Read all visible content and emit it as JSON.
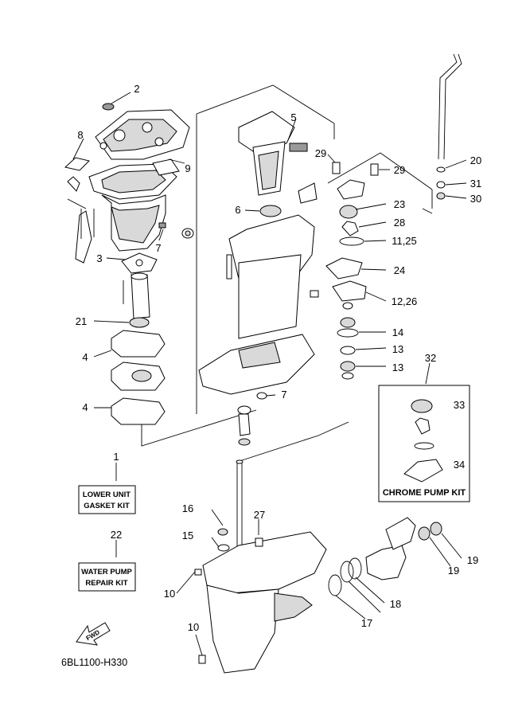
{
  "callouts": {
    "c2": "2",
    "c8": "8",
    "c9": "9",
    "c3": "3",
    "c7a": "7",
    "c21": "21",
    "c4a": "4",
    "c4b": "4",
    "c5": "5",
    "c6": "6",
    "c7b": "7",
    "c29a": "29",
    "c29b": "29",
    "c23": "23",
    "c28": "28",
    "c11_25": "11,25",
    "c24": "24",
    "c12_26": "12,26",
    "c14": "14",
    "c13a": "13",
    "c13b": "13",
    "c20": "20",
    "c31": "31",
    "c30": "30",
    "c32": "32",
    "c33": "33",
    "c34": "34",
    "c1": "1",
    "c22": "22",
    "c16": "16",
    "c15": "15",
    "c27": "27",
    "c10a": "10",
    "c10b": "10",
    "c19a": "19",
    "c19b": "19",
    "c18": "18",
    "c17": "17"
  },
  "kits": {
    "lower_unit_line1": "LOWER UNIT",
    "lower_unit_line2": "GASKET KIT",
    "water_pump_line1": "WATER PUMP",
    "water_pump_line2": "REPAIR KIT",
    "chrome_pump": "CHROME PUMP KIT"
  },
  "fwd_label": "FWD",
  "diagram_code": "6BL1100-H330"
}
